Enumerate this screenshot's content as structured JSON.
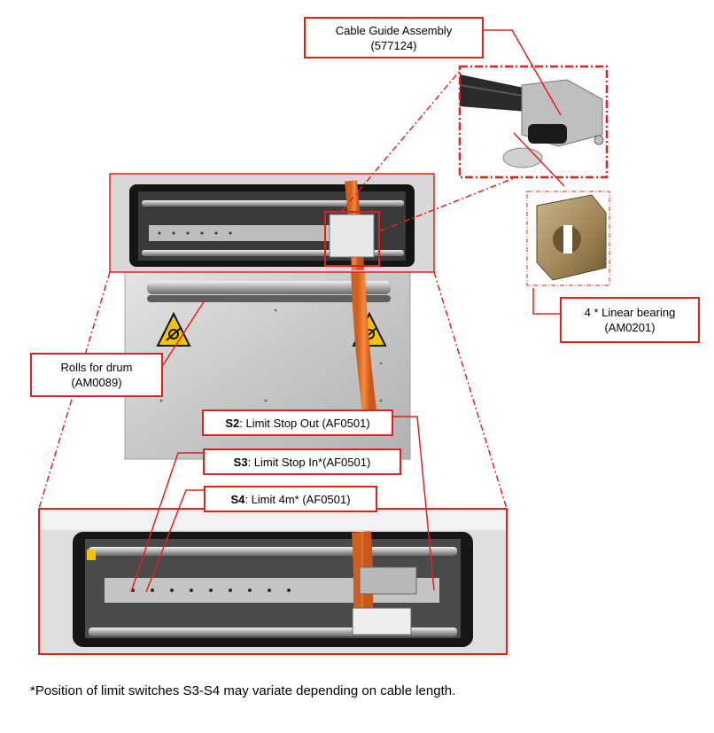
{
  "callouts": {
    "cable_guide": {
      "line1": "Cable Guide Assembly",
      "line2": "(577124)"
    },
    "linear_bearing": {
      "line1": "4 * Linear bearing",
      "line2": "(AM0201)"
    },
    "rolls": {
      "line1": "Rolls for drum",
      "line2": "(AM0089)"
    },
    "s2": {
      "code": "S2",
      "text": ": Limit Stop Out (AF0501)"
    },
    "s3": {
      "code": "S3",
      "text": ": Limit Stop In*(AF0501)"
    },
    "s4": {
      "code": "S4",
      "text": ": Limit 4m* (AF0501)"
    }
  },
  "footnote": "*Position of limit switches S3-S4 may variate depending on cable length.",
  "colors": {
    "callout_red": "#e32119",
    "cable_orange": "#f07a30",
    "warning_yellow": "#f4c400",
    "panel_metal": "#c9c9c9",
    "frame_black": "#151515"
  },
  "icons": [
    "warning-crush-hazard-icon",
    "warning-crush-hazard-icon"
  ]
}
